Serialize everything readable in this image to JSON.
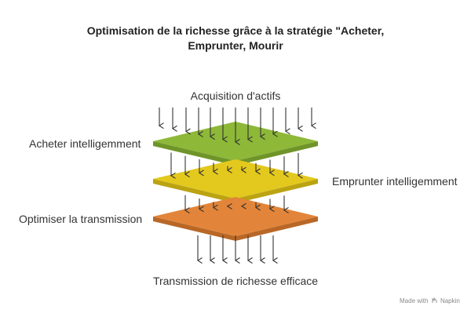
{
  "title": {
    "line1": "Optimisation de la richesse grâce à la stratégie \"Acheter,",
    "line2": "Emprunter, Mourir"
  },
  "labels": {
    "top": "Acquisition d'actifs",
    "buy": "Acheter intelligemment",
    "borrow": "Emprunter intelligemment",
    "optimize": "Optimiser la transmission",
    "bottom": "Transmission de richesse efficace"
  },
  "layers": [
    {
      "name": "buy",
      "color": "#8db838",
      "edge": "#6f9428"
    },
    {
      "name": "borrow",
      "color": "#e3c81e",
      "edge": "#bba312"
    },
    {
      "name": "optimize",
      "color": "#e2853a",
      "edge": "#b96726"
    }
  ],
  "watermark": {
    "prefix": "Made with",
    "brand": "Napkin"
  },
  "arrow_icon": "down-arrow-icon",
  "logo_icon": "napkin-logo-icon"
}
